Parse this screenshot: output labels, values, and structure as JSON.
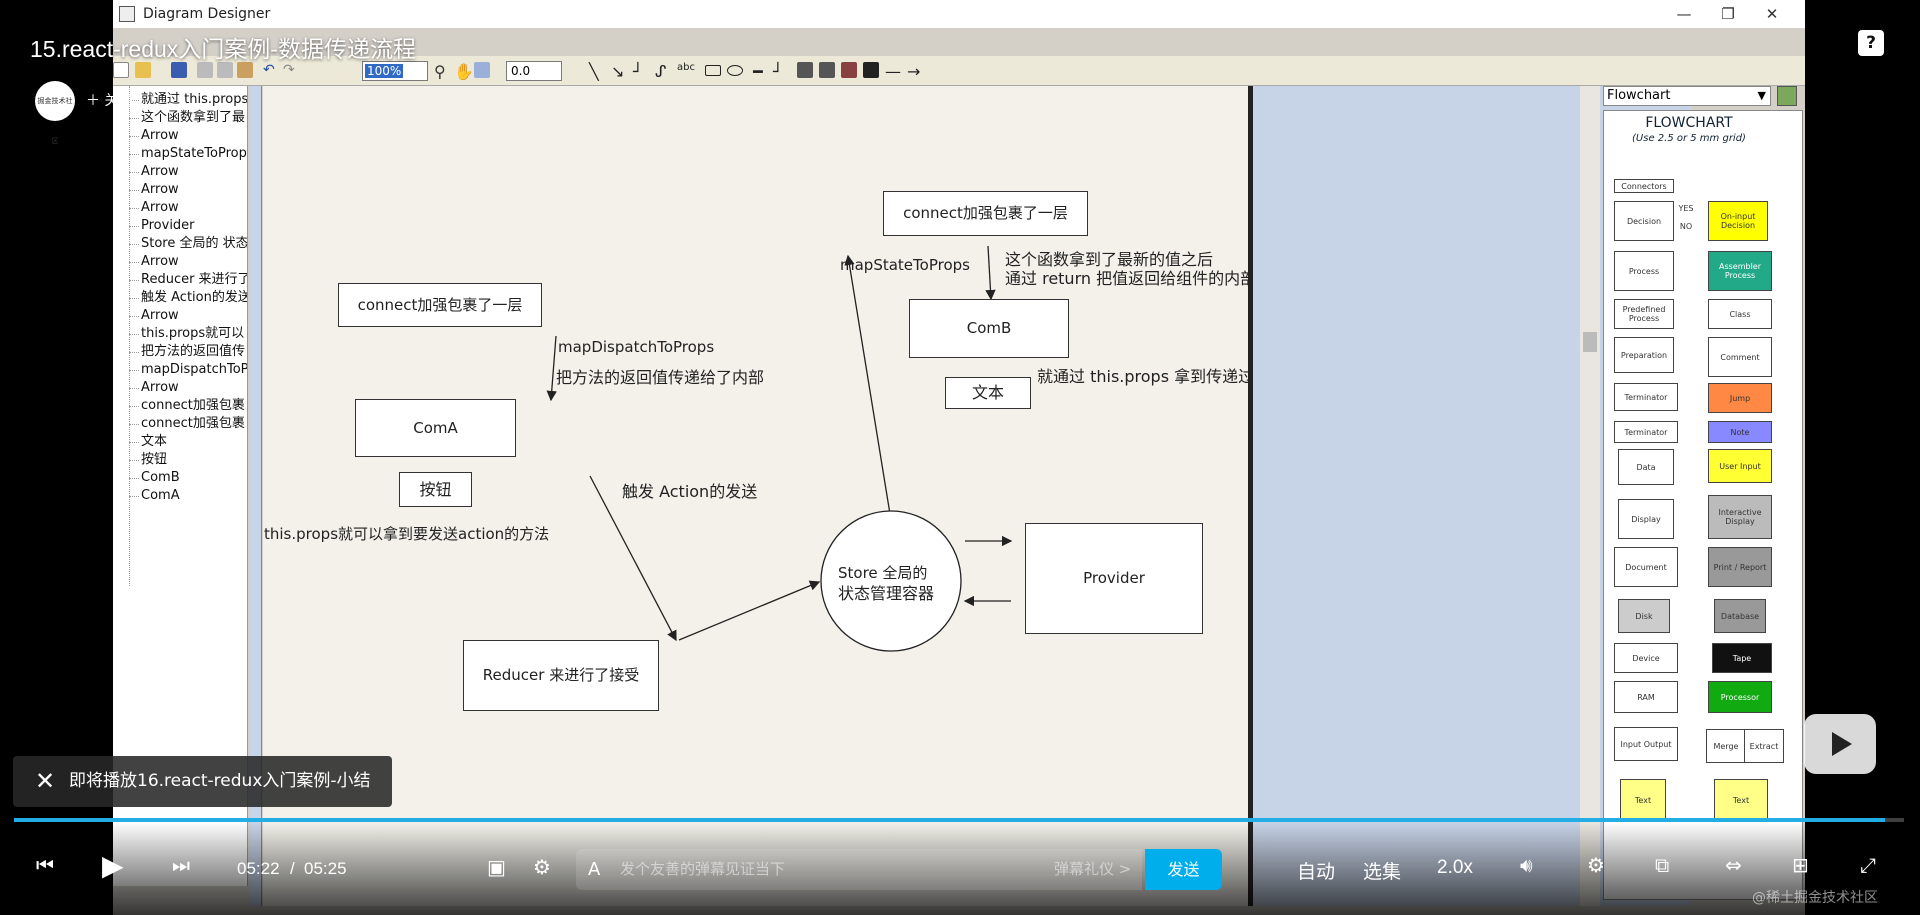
{
  "video": {
    "title": "15.react-redux入门案例-数据传递流程",
    "follow_label": "关注",
    "avatar_label": "掘金技术社区",
    "next_banner": "即将播放16.react-redux入门案例-小结",
    "time_current": "05:22",
    "time_separator": "/",
    "time_total": "05:25",
    "progress_fraction": 0.99,
    "danmu_placeholder": "发个友善的弹幕见证当下",
    "danmu_etiquette": "弹幕礼仪 >",
    "send_label": "发送",
    "auto_label": "自动",
    "episodes_label": "选集",
    "speed_label": "2.0x",
    "watermark": "@稀土掘金技术社区",
    "help_label": "?"
  },
  "app": {
    "window_title": "Diagram Designer",
    "zoom_value": "100%",
    "line_width_value": "0.0",
    "palette_select": "Flowchart",
    "palette_title": "FLOWCHART",
    "palette_subtitle": "(Use 2.5 or 5 mm grid)"
  },
  "tree": {
    "items": [
      "就通过 this.props",
      "这个函数拿到了最",
      "Arrow",
      "mapStateToProps",
      "Arrow",
      "Arrow",
      "Arrow",
      "Provider",
      "Store 全局的 状态",
      "Arrow",
      "Reducer 来进行了",
      "触发 Action的发送",
      "Arrow",
      "this.props就可以",
      "把方法的返回值传",
      "mapDispatchToProps",
      "Arrow",
      "connect加强包裹",
      "connect加强包裹",
      "文本",
      "按钮",
      "ComB",
      "ComA"
    ]
  },
  "diagram": {
    "connect_a": "connect加强包裹了一层",
    "connect_b": "connect加强包裹了一层",
    "map_dispatch": "mapDispatchToProps",
    "dispatch_desc": "把方法的返回值传递给了内部",
    "com_a": "ComA",
    "button": "按钮",
    "trigger": "触发 Action的发送",
    "props_desc": "this.props就可以拿到要发送action的方法",
    "reducer": "Reducer 来进行了接受",
    "store_line1": "Store 全局的",
    "store_line2": "状态管理容器",
    "provider": "Provider",
    "map_state": "mapStateToProps",
    "state_desc1": "这个函数拿到了最新的值之后",
    "state_desc2": "通过 return 把值返回给组件的内部",
    "com_b": "ComB",
    "text_box": "文本",
    "props_get": "就通过 this.props 拿到传递过来的数据了"
  },
  "palette": {
    "shapes": [
      "Connectors",
      "Decision",
      "YES",
      "NO",
      "On-input Decision",
      "Process",
      "Assembler Process",
      "Predefined Process",
      "Class",
      "Preparation",
      "Comment",
      "Terminator",
      "Jump",
      "Terminator",
      "Note",
      "Data",
      "User Input",
      "Display",
      "Interactive Display",
      "Document",
      "Print / Report",
      "Disk",
      "Database",
      "Device",
      "Tape",
      "RAM",
      "Processor",
      "Input Output",
      "Merge",
      "Extract",
      "Text",
      "Text"
    ]
  }
}
